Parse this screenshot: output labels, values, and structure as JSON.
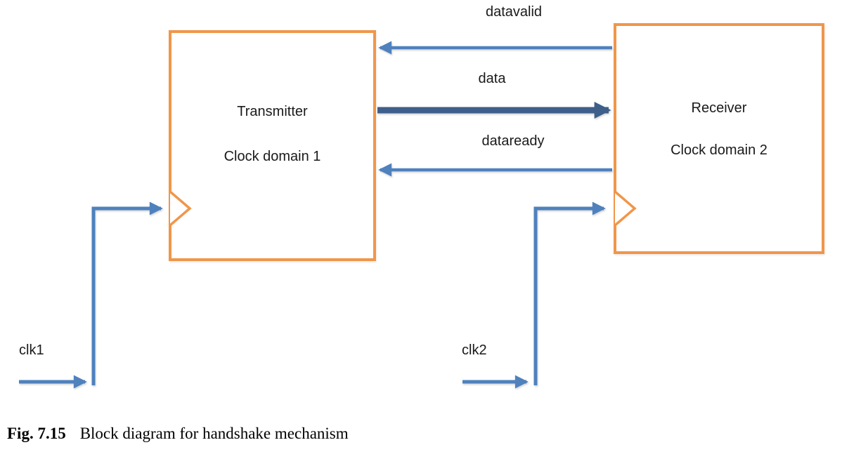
{
  "colors": {
    "box_border": "#F0964A",
    "signal_blue": "#4F81BD",
    "data_dark_blue": "#3E5F8A",
    "white": "#ffffff"
  },
  "blocks": {
    "transmitter": {
      "title": "Transmitter",
      "subtitle": "Clock domain 1"
    },
    "receiver": {
      "title": "Receiver",
      "subtitle": "Clock domain 2"
    }
  },
  "signals": {
    "datavalid": {
      "label": "datavalid",
      "direction": "receiver-to-transmitter"
    },
    "data": {
      "label": "data",
      "direction": "transmitter-to-receiver"
    },
    "dataready": {
      "label": "dataready",
      "direction": "receiver-to-transmitter"
    }
  },
  "clocks": {
    "clk1": {
      "label": "clk1",
      "direction": "into-transmitter-clock-pin"
    },
    "clk2": {
      "label": "clk2",
      "direction": "into-receiver-clock-pin"
    }
  },
  "caption": {
    "figure": "Fig. 7.15",
    "text": "Block diagram for handshake mechanism"
  }
}
